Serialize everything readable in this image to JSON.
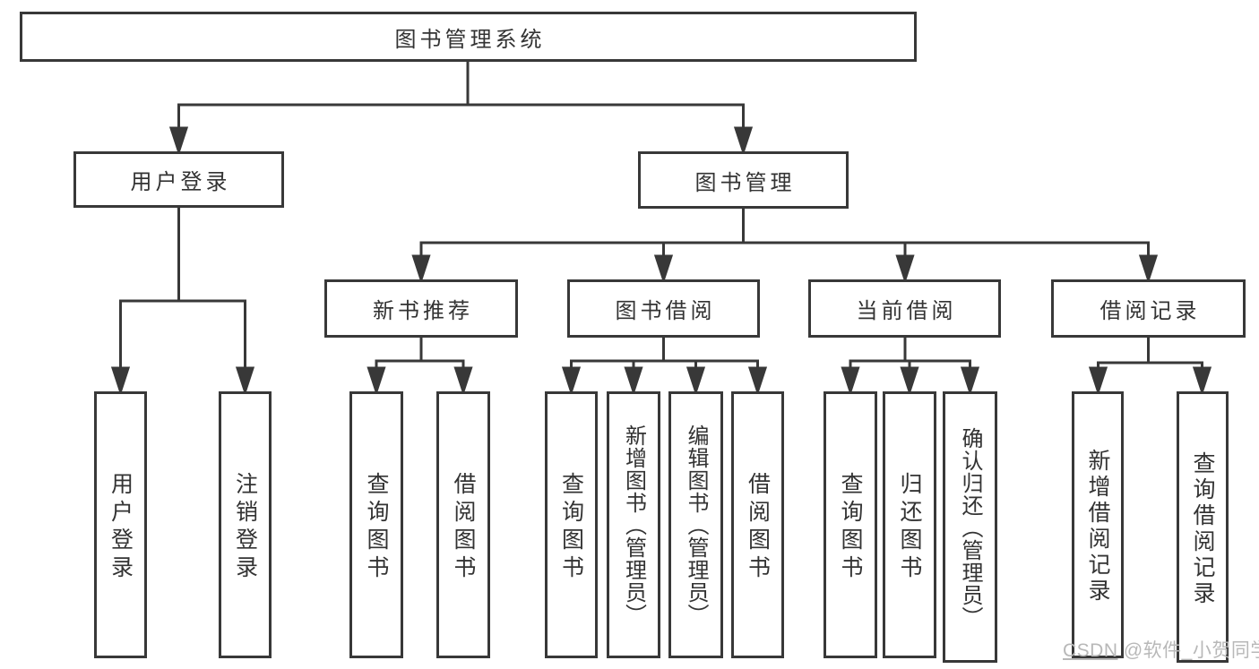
{
  "diagram": {
    "root": {
      "label": "图书管理系统"
    },
    "branches": [
      {
        "label": "用户登录",
        "children": [
          {
            "label": "用户登录"
          },
          {
            "label": "注销登录"
          }
        ]
      },
      {
        "label": "图书管理",
        "children": [
          {
            "label": "新书推荐",
            "children": [
              {
                "label": "查询图书"
              },
              {
                "label": "借阅图书"
              }
            ]
          },
          {
            "label": "图书借阅",
            "children": [
              {
                "label": "查询图书"
              },
              {
                "label": "新增图书（管理员）"
              },
              {
                "label": "编辑图书（管理员）"
              },
              {
                "label": "借阅图书"
              }
            ]
          },
          {
            "label": "当前借阅",
            "children": [
              {
                "label": "查询图书"
              },
              {
                "label": "归还图书"
              },
              {
                "label": "确认归还（管理员）"
              }
            ]
          },
          {
            "label": "借阅记录",
            "children": [
              {
                "label": "新增借阅记录"
              },
              {
                "label": "查询借阅记录"
              }
            ]
          }
        ]
      }
    ]
  },
  "watermark": {
    "prefix": "CSDN",
    "handle": " @软件_小贺同学",
    "color": "#b8b8b8"
  },
  "colors": {
    "line": "#383838",
    "box_border": "#383838",
    "text": "#333333",
    "background": "#ffffff"
  }
}
